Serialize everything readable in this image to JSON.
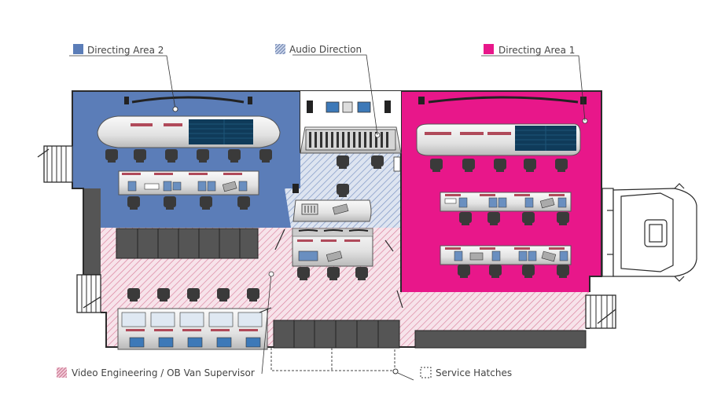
{
  "legend": {
    "directing_area_2": {
      "label": "Directing Area 2",
      "color": "#5b7db8"
    },
    "audio_direction": {
      "label": "Audio Direction",
      "color": "#5b7db8"
    },
    "directing_area_1": {
      "label": "Directing Area 1",
      "color": "#e8178a"
    },
    "video_engineering": {
      "label": "Video Engineering / OB Van Supervisor",
      "color": "#c0506a"
    },
    "service_hatches": {
      "label": "Service Hatches"
    }
  },
  "colors": {
    "directing_area_2": "#5b7db8",
    "directing_area_1": "#e8178a",
    "video_hatch": "#e8a8bd",
    "audio_hatch": "#5b7db8",
    "wall": "#2b2b2b",
    "rack": "#555555",
    "monitor": "#0f3b5a",
    "desk": "#e4e4e4"
  }
}
